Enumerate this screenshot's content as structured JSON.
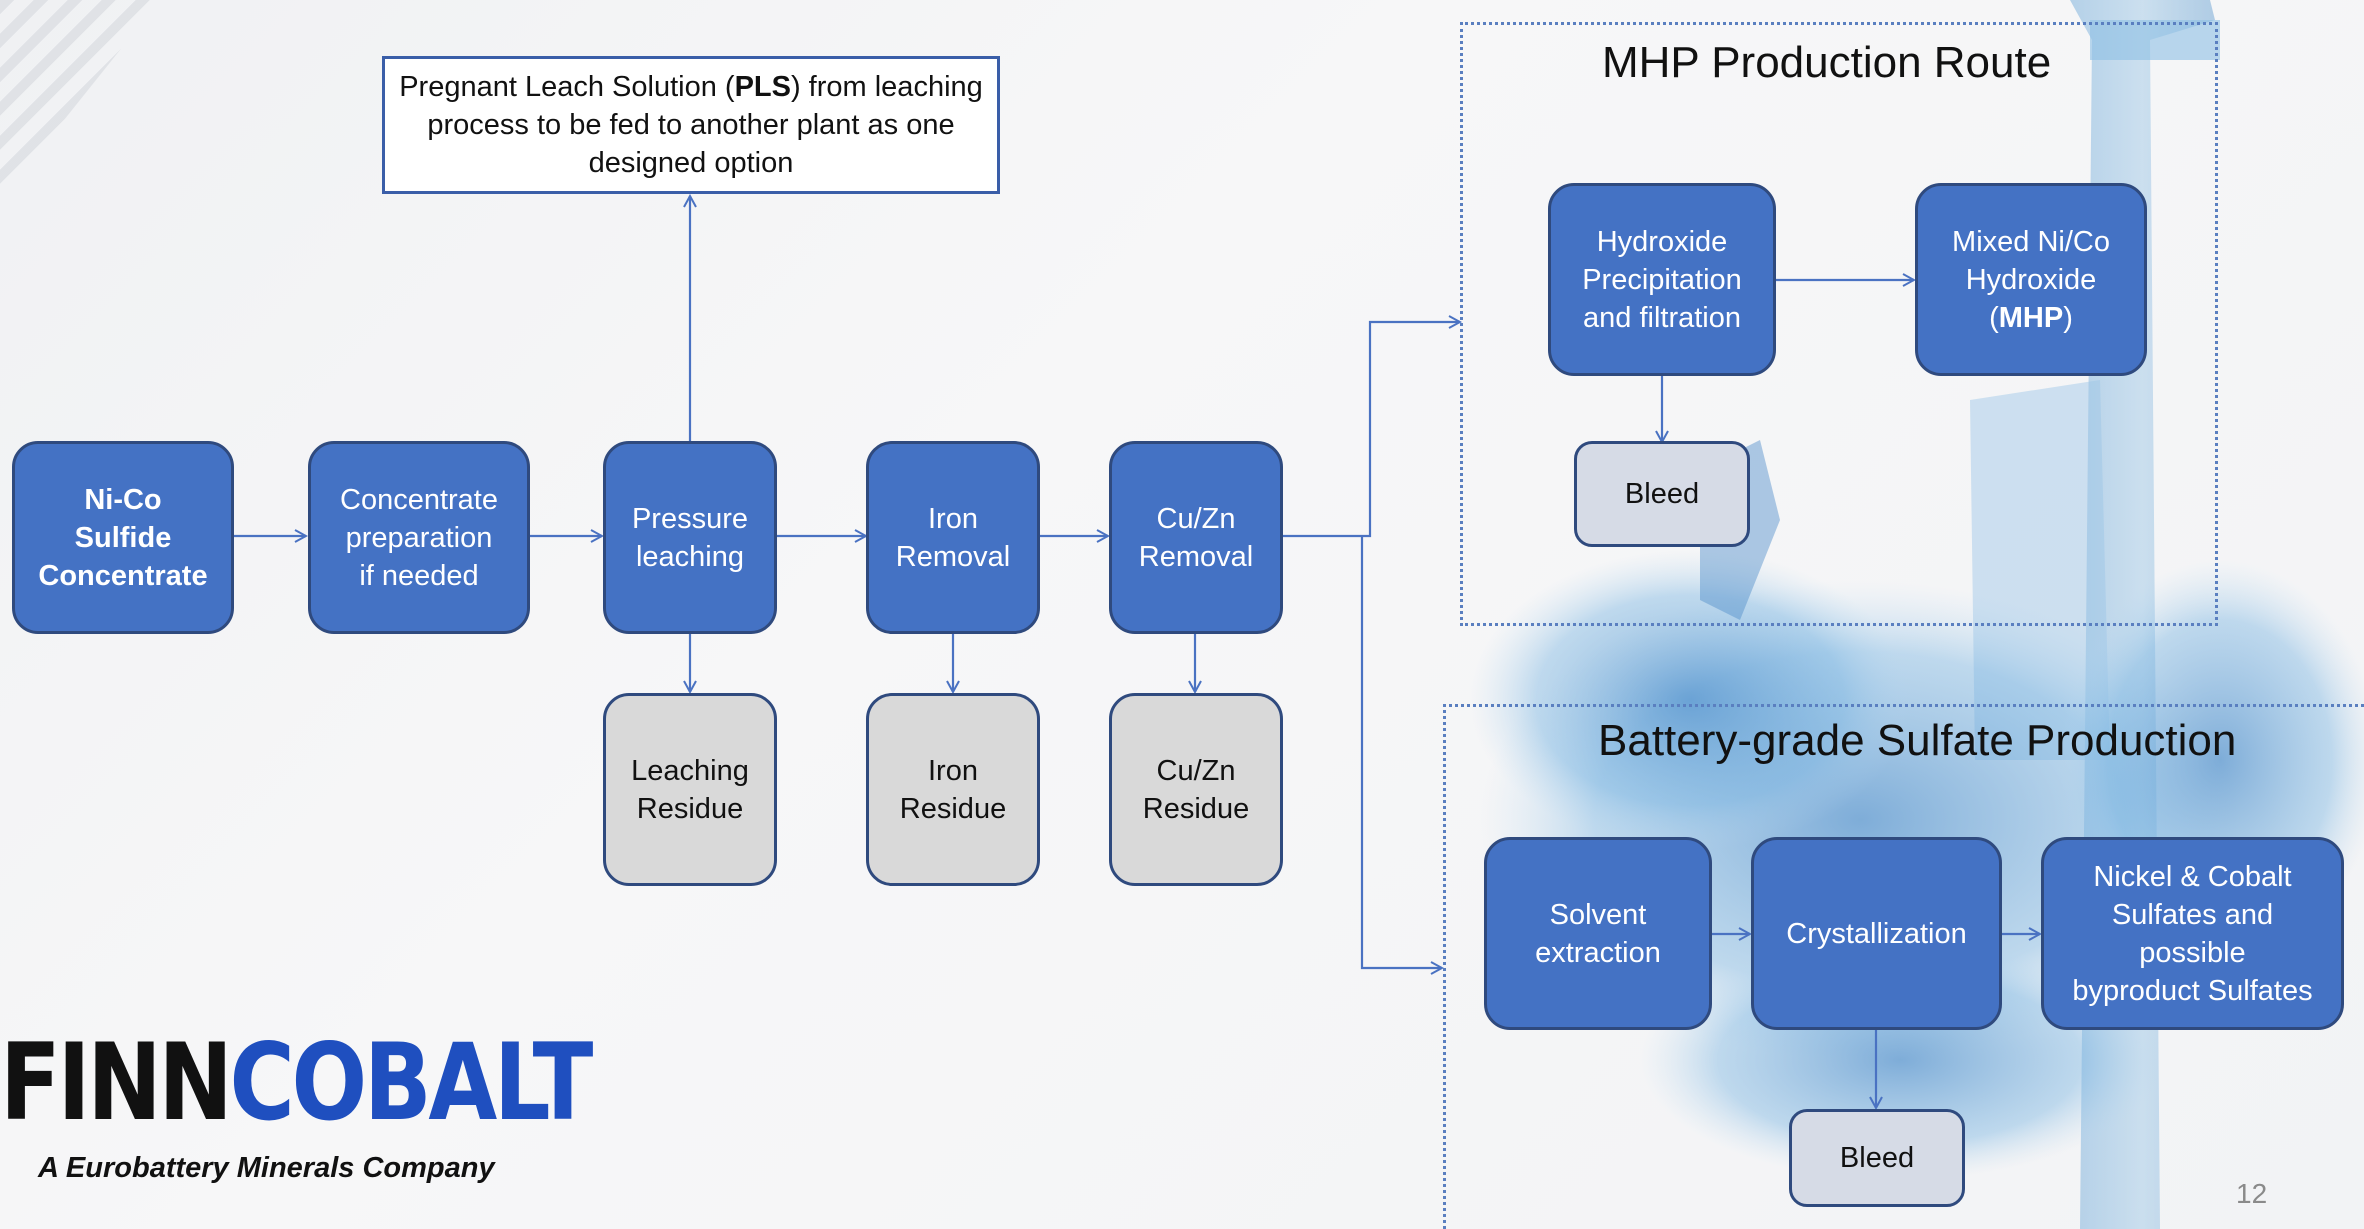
{
  "colors": {
    "process_fill": "#4472c4",
    "residue_fill": "#d9d9d9",
    "bleed_fill": "#d6dbe6",
    "connector": "#4a72c2",
    "frame": "#5a7fc0",
    "logo_dark": "#111111",
    "logo_blue": "#1f4fbf"
  },
  "pls_note": {
    "pre": "Pregnant Leach Solution (",
    "bold": "PLS",
    "post": ") from leaching process to be fed to another plant as one designed option"
  },
  "main_flow": {
    "concentrate": "Ni-Co\nSulfide\nConcentrate",
    "preparation": "Concentrate\npreparation\nif needed",
    "pressure_leaching": "Pressure\nleaching",
    "iron_removal": "Iron\nRemoval",
    "cuzn_removal": "Cu/Zn\nRemoval"
  },
  "residues": {
    "leaching": "Leaching\nResidue",
    "iron": "Iron\nResidue",
    "cuzn": "Cu/Zn\nResidue"
  },
  "mhp_route": {
    "title": "MHP Production Route",
    "precipitation": "Hydroxide\nPrecipitation\nand filtration",
    "product_pre": "Mixed Ni/Co\nHydroxide\n(",
    "product_bold": "MHP",
    "product_post": ")",
    "bleed": "Bleed"
  },
  "sulfate_route": {
    "title": "Battery-grade Sulfate Production",
    "solvent": "Solvent\nextraction",
    "crystallization": "Crystallization",
    "products": "Nickel & Cobalt\nSulfates and\npossible\nbyproduct Sulfates",
    "bleed": "Bleed"
  },
  "logo": {
    "part1": "FINN",
    "part2": "COBALT",
    "tagline": "A Eurobattery Minerals Company"
  },
  "page_number": "12"
}
